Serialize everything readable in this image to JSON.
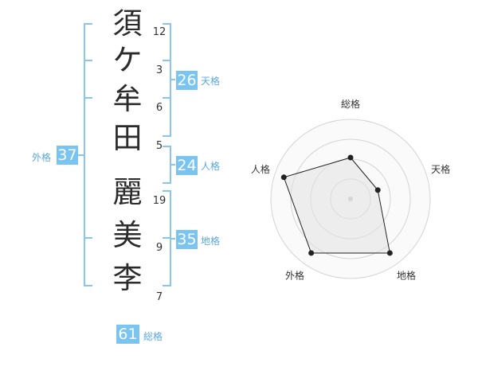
{
  "name": {
    "characters": [
      {
        "char": "須",
        "strokes": "12"
      },
      {
        "char": "ケ",
        "strokes": "3"
      },
      {
        "char": "牟",
        "strokes": "6"
      },
      {
        "char": "田",
        "strokes": "5"
      },
      {
        "char": "麗",
        "strokes": "19"
      },
      {
        "char": "美",
        "strokes": "9"
      },
      {
        "char": "李",
        "strokes": "7"
      }
    ]
  },
  "fortunes": {
    "tenkaku": {
      "value": "26",
      "label": "天格"
    },
    "jinkaku": {
      "value": "24",
      "label": "人格"
    },
    "chikaku": {
      "value": "35",
      "label": "地格"
    },
    "gaikaku": {
      "value": "37",
      "label": "外格"
    },
    "soukaku": {
      "value": "61",
      "label": "総格"
    }
  },
  "colors": {
    "accent": "#7ac4f2",
    "bracket": "#88c6ee",
    "label": "#5aa8e0"
  },
  "chart_data": {
    "type": "radar",
    "axes": [
      "総格",
      "天格",
      "地格",
      "外格",
      "人格"
    ],
    "values": [
      2.6,
      1.8,
      4.2,
      4.2,
      4.4
    ],
    "range": [
      0,
      5
    ],
    "rings": 4
  }
}
